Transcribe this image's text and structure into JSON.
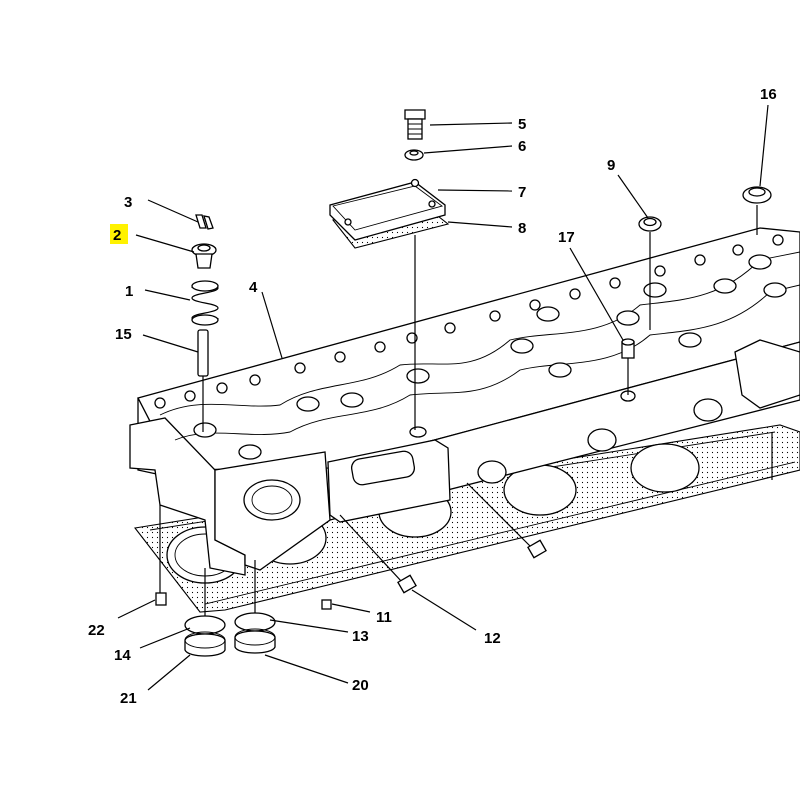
{
  "callouts": [
    {
      "id": "c2",
      "text": "2",
      "highlight_color": "#fff200"
    },
    {
      "id": "c3",
      "text": "3"
    },
    {
      "id": "c1",
      "text": "1"
    },
    {
      "id": "c15",
      "text": "15"
    },
    {
      "id": "c4",
      "text": "4"
    },
    {
      "id": "c5",
      "text": "5"
    },
    {
      "id": "c6",
      "text": "6"
    },
    {
      "id": "c7",
      "text": "7"
    },
    {
      "id": "c8",
      "text": "8"
    },
    {
      "id": "c9",
      "text": "9"
    },
    {
      "id": "c17",
      "text": "17"
    },
    {
      "id": "c16",
      "text": "16"
    },
    {
      "id": "c22",
      "text": "22"
    },
    {
      "id": "c14",
      "text": "14"
    },
    {
      "id": "c21",
      "text": "21"
    },
    {
      "id": "c13",
      "text": "13"
    },
    {
      "id": "c20",
      "text": "20"
    },
    {
      "id": "c11",
      "text": "11"
    },
    {
      "id": "c12",
      "text": "12"
    }
  ]
}
